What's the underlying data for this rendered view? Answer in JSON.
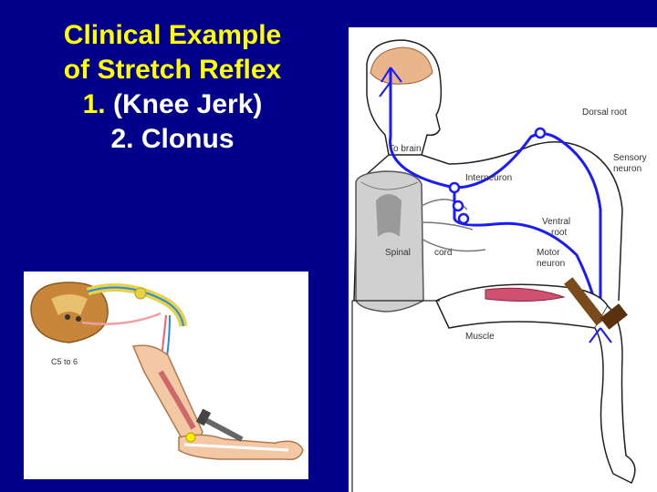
{
  "slide": {
    "title_line1": "Clinical Example",
    "title_line2": "of Stretch Reflex",
    "title_line3_num": "1.",
    "title_line3_text": "(Knee Jerk)",
    "title_line4": "2. Clonus"
  },
  "left_figure": {
    "segment_label": "C5 to 6"
  },
  "right_figure": {
    "labels": {
      "dorsal_root": "Dorsal root",
      "sensory_neuron_1": "Sensory",
      "sensory_neuron_2": "neuron",
      "to_brain": "To brain",
      "interneuron": "Interneuron",
      "ventral_root_1": "Ventral",
      "ventral_root_2": "root",
      "spinal": "Spinal",
      "cord": "cord",
      "motor_neuron_1": "Motor",
      "motor_neuron_2": "neuron",
      "muscle": "Muscle"
    }
  },
  "colors": {
    "background": "#00008b",
    "title_yellow": "#ffff00",
    "title_white": "#ffffff",
    "neuron_blue": "#1a1aff"
  }
}
